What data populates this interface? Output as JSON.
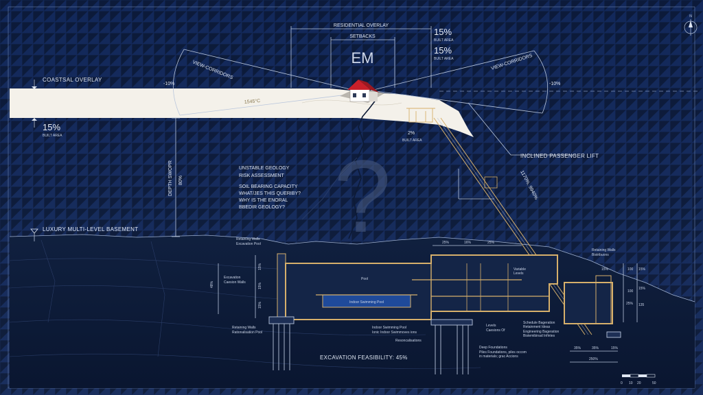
{
  "overlays": {
    "residential": "RESIDENTIAL OVERLAY",
    "setbacks": "SETBACKS",
    "coastal": "COASTSAL OVERLAY",
    "view_corridor_left": "VIEW-CORRIDORS",
    "view_corridor_right": "VIEW-CORRIDORS",
    "pct_left": "-10%",
    "pct_right": "-10%",
    "slope_label": "1545°C"
  },
  "built_area": {
    "top1_value": "15%",
    "top1_label": "BUILT AREA",
    "top2_value": "15%",
    "top2_label": "BUILT AREA",
    "left_value": "15%",
    "left_label": "BUILT AREA",
    "pavilion_value": "2%",
    "pavilion_label": "BUILT AREA"
  },
  "logo_text": "EM",
  "geology": {
    "q_mark": "?",
    "line1": "UNSTABLE GEOLOGY",
    "line2": "RISK ASSESSMENT",
    "line3": "SOIL BEARING CAPACITY",
    "line4": "WHAT/JES THIS QUERIBY?",
    "line5": "WHY IS THE ENORAL",
    "line6": "BBEDIR GEOLOGY?"
  },
  "depth_label": "DEPTH SWOPR",
  "depth_pct": "80%",
  "lift": {
    "label": "INCLINED PASSENGER LIFT",
    "slope": "1170%, 9940%"
  },
  "basement_label": "LUXURY MULTI-LEVEL BASEMENT",
  "section": {
    "retaining_top": "Retaining Walls",
    "retaining_top_sub": "Excavation Pool",
    "excavation": "Excavation",
    "excavation_sub": "Caesion Walls",
    "retaining_bottom": "Retaining Walls",
    "retaining_bottom_sub": "Rationalisation Pool",
    "pool_top": "Pool",
    "pool_inner": "Indoor Swimming Pool",
    "pool_label": "Indoor Swimming Pool",
    "pool_sub": "Ionic Indoor Swimmoves ions",
    "reconciliations": "Resoncalisations",
    "levels": "Levels",
    "levels_sub": "Caesions Of",
    "deep_foundations": "Deep Foundations",
    "deep_sub1": "Piles Foundations, piles occom",
    "deep_sub2": "in materials; grac Accions",
    "retaining_right": "Retaining Walls",
    "retaining_right_sub": "Bistribuons",
    "engineering": "Schedule Bageration",
    "engineering_sub1": "Retainment Ideas",
    "engineering_sub2": "Engineering Bageration",
    "engineering_sub3": "Bistemibinad Infintes",
    "variable": "Variable",
    "variable_sub": "Levels",
    "pct_a": "25%",
    "pct_b": "16%",
    "pct_c": "25%"
  },
  "feasibility": "EXCAVATION FEASIBILITY: 45%",
  "dims": {
    "d1": "15%",
    "d2": "15%",
    "d3": "15%",
    "d4": "48%",
    "r1": "100",
    "r2": "15%",
    "r3": "15%",
    "r4": "135",
    "r5": "100",
    "r6": "25%",
    "r7": "15%",
    "b1": "35%",
    "b2": "35%",
    "b3": "15%",
    "b4": "250%"
  },
  "compass": "N",
  "scale": [
    "0",
    "10",
    "20",
    "50"
  ],
  "colors": {
    "background": "#152a55",
    "cliff": "#f4f1ea",
    "gold": "#d7b06b",
    "pool": "#1f4a9a",
    "roof": "#c8202a"
  }
}
